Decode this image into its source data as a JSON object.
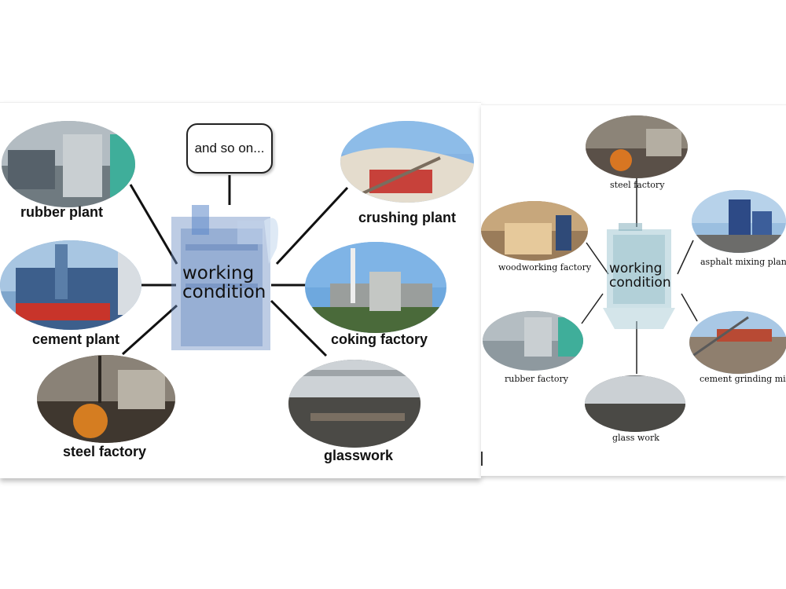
{
  "left": {
    "center": [
      "working",
      "condition"
    ],
    "callout": "and so on...",
    "labels": {
      "rubber_plant": "rubber plant",
      "cement_plant": "cement plant",
      "steel_factory": "steel factory",
      "crushing_plant": "crushing plant",
      "coking_factory": "coking factory",
      "glasswork": "glasswork"
    }
  },
  "right": {
    "center": [
      "working",
      "condition"
    ],
    "labels": {
      "steel_factory": "steel factory",
      "woodworking_factory": "woodworking factory",
      "asphalt_mixing_plant": "asphalt mixing plant",
      "rubber_factory": "rubber factory",
      "cement_grinding_mill": "cement grinding mill",
      "glass_work": "glass work"
    }
  }
}
